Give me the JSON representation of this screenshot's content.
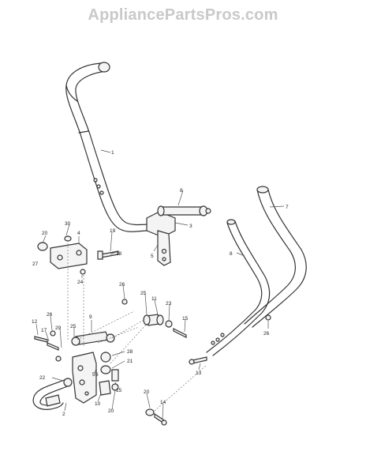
{
  "watermark": "AppliancePartsPros.com",
  "callouts": [
    {
      "id": "c1",
      "label": "1"
    },
    {
      "id": "c2",
      "label": "2"
    },
    {
      "id": "c3",
      "label": "3"
    },
    {
      "id": "c4",
      "label": "4"
    },
    {
      "id": "c5a",
      "label": "5"
    },
    {
      "id": "c5b",
      "label": "5"
    },
    {
      "id": "c6",
      "label": "6"
    },
    {
      "id": "c7",
      "label": "7"
    },
    {
      "id": "c8a",
      "label": "8"
    },
    {
      "id": "c8b",
      "label": "8"
    },
    {
      "id": "c9",
      "label": "9"
    },
    {
      "id": "c10",
      "label": "10"
    },
    {
      "id": "c11",
      "label": "11"
    },
    {
      "id": "c12",
      "label": "12"
    },
    {
      "id": "c13",
      "label": "13"
    },
    {
      "id": "c14",
      "label": "14"
    },
    {
      "id": "c15a",
      "label": "15"
    },
    {
      "id": "c15b",
      "label": "15"
    },
    {
      "id": "c17",
      "label": "17"
    },
    {
      "id": "c18",
      "label": "18"
    },
    {
      "id": "c19",
      "label": "19"
    },
    {
      "id": "c20a",
      "label": "20"
    },
    {
      "id": "c20b",
      "label": "20"
    },
    {
      "id": "c20c",
      "label": "20"
    },
    {
      "id": "c21",
      "label": "21"
    },
    {
      "id": "c22",
      "label": "22"
    },
    {
      "id": "c23",
      "label": "23"
    },
    {
      "id": "c24",
      "label": "24"
    },
    {
      "id": "c25a",
      "label": "25"
    },
    {
      "id": "c25b",
      "label": "25"
    },
    {
      "id": "c26a",
      "label": "26"
    },
    {
      "id": "c26b",
      "label": "26"
    },
    {
      "id": "c26c",
      "label": "26"
    },
    {
      "id": "c27",
      "label": "27"
    },
    {
      "id": "c28",
      "label": "28"
    },
    {
      "id": "c29",
      "label": "29"
    },
    {
      "id": "c30",
      "label": "30"
    }
  ]
}
